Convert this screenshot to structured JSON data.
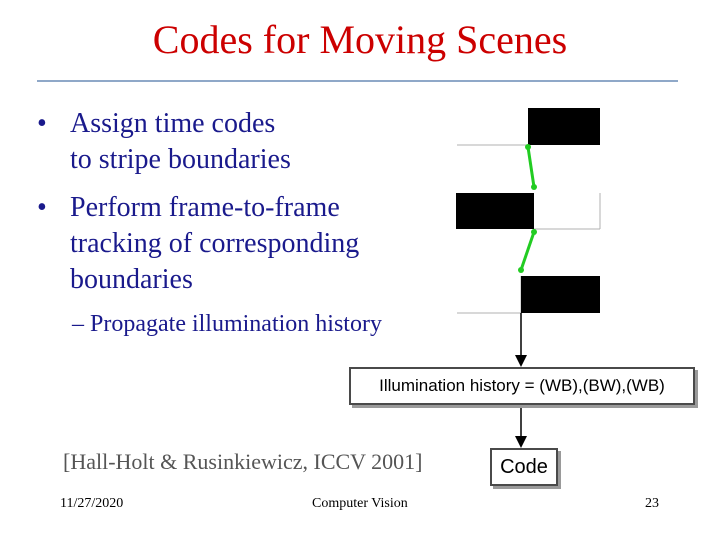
{
  "slide": {
    "title": "Codes for Moving Scenes",
    "bullets": [
      {
        "marker": "•",
        "lines": [
          "Assign time codes",
          "to stripe boundaries"
        ]
      },
      {
        "marker": "•",
        "lines": [
          "Perform frame-to-frame",
          "tracking of corresponding",
          "boundaries"
        ]
      }
    ],
    "sub_bullet": "– Propagate illumination history",
    "illumination_box": "Illumination history = (WB),(BW),(WB)",
    "code_box": "Code",
    "citation": "[Hall-Holt & Rusinkiewicz, ICCV 2001]",
    "footer": {
      "date": "11/27/2020",
      "center": "Computer Vision",
      "page": "23"
    }
  },
  "colors": {
    "title": "#cc0000",
    "text": "#1a1a8c",
    "tracking_arrow": "#22cc22",
    "stripe": "#000000"
  }
}
